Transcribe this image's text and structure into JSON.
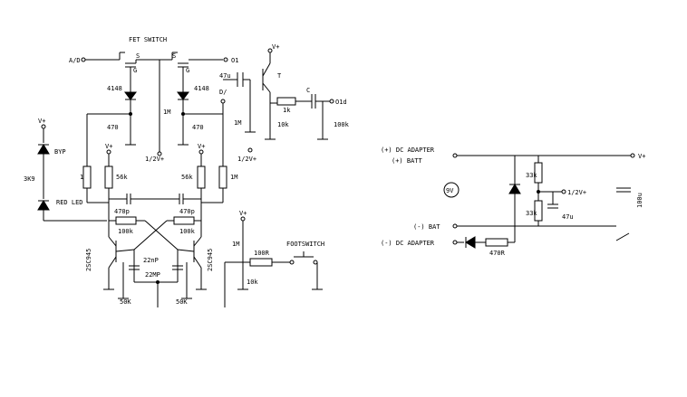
{
  "labels": {
    "fet_switch": "FET SWITCH",
    "a_in": "A/D",
    "a_out": "O1",
    "s1": "S",
    "s2": "S",
    "g1": "G",
    "g2": "G",
    "d_4148_1": "4148",
    "d_4148_2": "4148",
    "cap_47u": "47u",
    "t_label": "T",
    "out2": "O1d",
    "dv": "D/",
    "r_1k_a": "1k",
    "r_10k": "10k",
    "r_470_1": "470",
    "r_470_2": "470",
    "r_1m_a": "1M",
    "r_1m_b": "1M",
    "r_1m_c": "1M",
    "r_1m_d": "1M",
    "r_1m_e": "1M",
    "r_100k_a": "100k",
    "cap_c1": "C",
    "vbias_1": "1/2V+",
    "vbias_2": "1/2V+",
    "vplus_1": "V+",
    "vplus_2": "V+",
    "vplus_3": "V+",
    "vplus_4": "V+",
    "vplus_5": "V+",
    "vplus_6": "V+",
    "led_bypass": "BYP",
    "led_red": "RED LED",
    "r_3k9": "3K9",
    "r_56k_1": "56k",
    "r_56k_2": "56k",
    "cap_470p_1": "470p",
    "cap_470p_2": "470p",
    "r_100k_1": "100k",
    "r_100k_2": "100k",
    "q_left": "2SC945",
    "q_right": "2SC945",
    "cap_22n": "22nP",
    "cap_22mp": "22MP",
    "r_50k_1": "50K",
    "r_50k_2": "50K",
    "r_100r": "100R",
    "footswitch": "FOOTSWITCH",
    "r_10k_b": "10k",
    "dc_adapter": "(+) DC ADAPTER",
    "batt": "(+) BATT",
    "v_plus_out": "V+",
    "v9": "9V",
    "r_33k_1": "33k",
    "r_33k_2": "33k",
    "vbias_3": "1/2V+",
    "cap_47u_b": "47u",
    "cap_100u": "100u",
    "bat_minus": "(-) BAT",
    "dc_minus": "(-) DC ADAPTER",
    "r_470r": "470R"
  }
}
